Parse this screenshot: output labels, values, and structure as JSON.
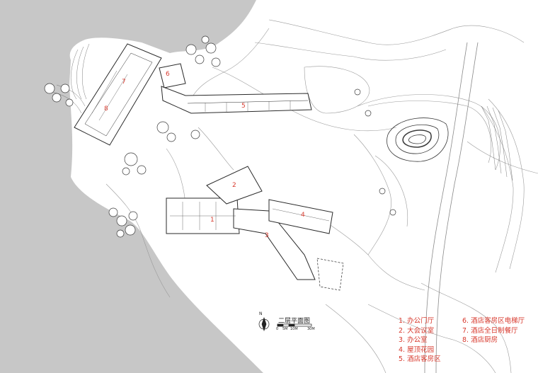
{
  "plan": {
    "title": "二层平面图",
    "north_letter": "N",
    "scale_ticks": [
      "0",
      "5M",
      "10M",
      "30M"
    ],
    "area_labels": [
      {
        "num": "1",
        "name": "area-1"
      },
      {
        "num": "2",
        "name": "area-2"
      },
      {
        "num": "3",
        "name": "area-3"
      },
      {
        "num": "4",
        "name": "area-4"
      },
      {
        "num": "5",
        "name": "area-5"
      },
      {
        "num": "6",
        "name": "area-6"
      },
      {
        "num": "7",
        "name": "area-7"
      },
      {
        "num": "8",
        "name": "area-8"
      }
    ]
  },
  "legend": {
    "col1": [
      "1. 办公门厅",
      "2. 大会议室",
      "3. 办公室",
      "4. 屋顶花园",
      "5. 酒店客房区"
    ],
    "col2": [
      "6. 酒店客房区电梯厅",
      "7. 酒店全日制餐厅",
      "8. 酒店厨房"
    ]
  },
  "colors": {
    "sea": "#c7c7c7",
    "line": "#8a8a8a",
    "building": "#2a2a2a",
    "label": "#d83a2e"
  }
}
